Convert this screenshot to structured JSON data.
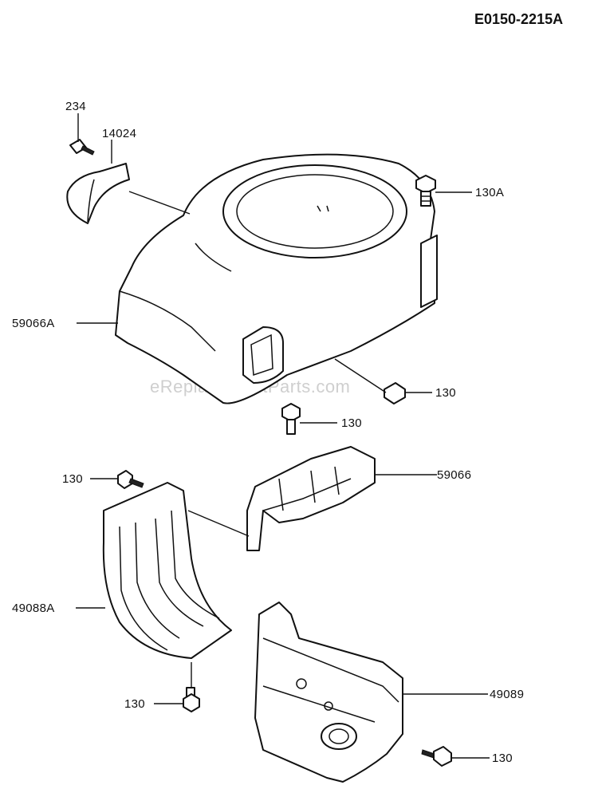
{
  "diagram": {
    "code": "E0150-2215A",
    "watermark": "eReplacementParts.com",
    "callouts": {
      "c234": "234",
      "c14024": "14024",
      "c130A": "130A",
      "c59066A": "59066A",
      "c130_housing": "130",
      "c130_bracket": "130",
      "c59066": "59066",
      "c130_left": "130",
      "c49088A": "49088A",
      "c130_bottom": "130",
      "c49089": "49089",
      "c130_right": "130"
    }
  }
}
